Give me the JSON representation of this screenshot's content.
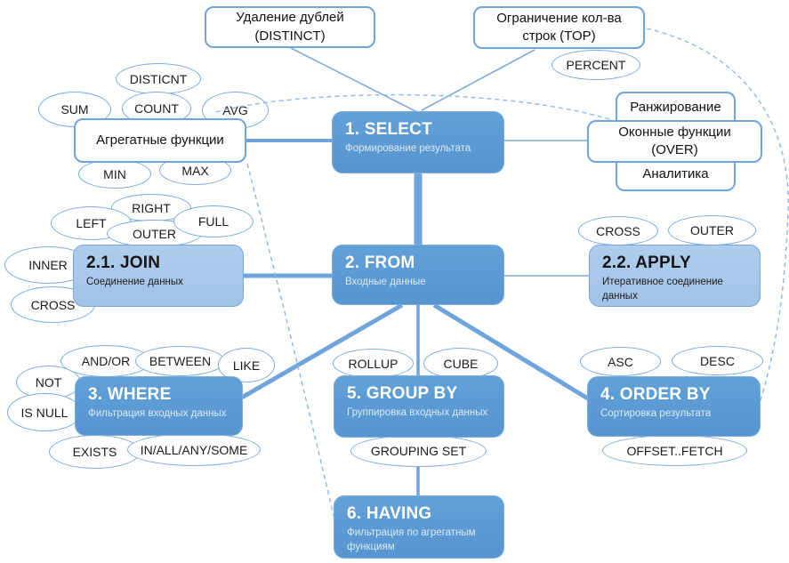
{
  "palette": {
    "node_blue": "#5B9BD5",
    "node_light_blue": "#A9C8EA",
    "connector_blue": "#6FA4DC",
    "dashed_blue": "#8FB7E4",
    "ellipse_border": "#79ABDB"
  },
  "nodes": {
    "select": {
      "title": "1. SELECT",
      "subtitle": "Формирование результата"
    },
    "from": {
      "title": "2. FROM",
      "subtitle": "Входные данные"
    },
    "join": {
      "title": "2.1. JOIN",
      "subtitle": "Соединение данных"
    },
    "apply": {
      "title": "2.2. APPLY",
      "subtitle": "Итеративное соединение данных"
    },
    "where": {
      "title": "3. WHERE",
      "subtitle": "Фильтрация входных данных"
    },
    "group_by": {
      "title": "5. GROUP BY",
      "subtitle": "Группировка входных данных"
    },
    "order_by": {
      "title": "4. ORDER BY",
      "subtitle": "Сортировка результата"
    },
    "having": {
      "title": "6. HAVING",
      "subtitle": "Фильтрация по агрегатным функциям"
    }
  },
  "callouts": {
    "distinct": "Удаление дублей (DISTINCT)",
    "top": "Ограничение кол-ва строк (TOP)",
    "aggregate": "Агрегатные функции",
    "ranking": "Ранжирование",
    "window": "Оконные функции (OVER)",
    "analytics": "Аналитика"
  },
  "ellipses": {
    "disticnt": "DISTICNT",
    "sum": "SUM",
    "count": "COUNT",
    "avg": "AVG",
    "min": "MIN",
    "max": "MAX",
    "percent": "PERCENT",
    "right": "RIGHT",
    "left": "LEFT",
    "outer": "OUTER",
    "full": "FULL",
    "inner": "INNER",
    "cross": "CROSS",
    "apply_cross": "CROSS",
    "apply_outer": "OUTER",
    "and_or": "AND/OR",
    "between": "BETWEEN",
    "like": "LIKE",
    "not": "NOT",
    "is_null": "IS NULL",
    "exists": "EXISTS",
    "in_all_any_some": "IN/ALL/ANY/SOME",
    "rollup": "ROLLUP",
    "cube": "CUBE",
    "grouping_set": "GROUPING SET",
    "asc": "ASC",
    "desc": "DESC",
    "offset_fetch": "OFFSET..FETCH"
  }
}
